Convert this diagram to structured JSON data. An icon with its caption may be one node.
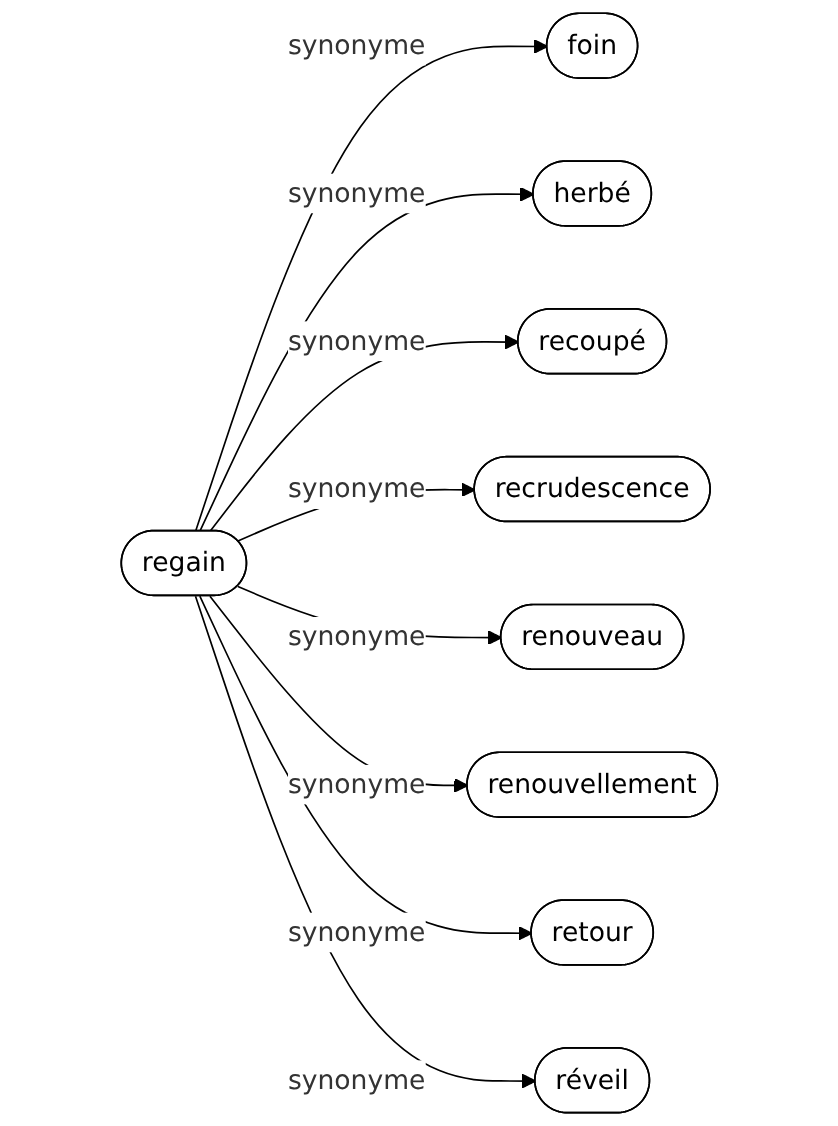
{
  "diagram": {
    "nodes": [
      {
        "text": [
          "regain"
        ]
      },
      {
        "text": [
          "foin"
        ]
      },
      {
        "text": [
          "herbé"
        ]
      },
      {
        "text": [
          "recoupé"
        ]
      },
      {
        "text": [
          "recrudescence"
        ]
      },
      {
        "text": [
          "renouveau"
        ]
      },
      {
        "text": [
          "renouvellement"
        ]
      },
      {
        "text": [
          "retour"
        ]
      },
      {
        "text": [
          "réveil"
        ]
      }
    ],
    "edges": [
      {
        "from": 0,
        "to": 1,
        "arrow": "to",
        "label": "synonyme"
      },
      {
        "from": 0,
        "to": 2,
        "arrow": "to",
        "label": "synonyme"
      },
      {
        "from": 0,
        "to": 3,
        "arrow": "to",
        "label": "synonyme"
      },
      {
        "from": 0,
        "to": 4,
        "arrow": "to",
        "label": "synonyme"
      },
      {
        "from": 0,
        "to": 5,
        "arrow": "to",
        "label": "synonyme"
      },
      {
        "from": 0,
        "to": 6,
        "arrow": "to",
        "label": "synonyme"
      },
      {
        "from": 0,
        "to": 7,
        "arrow": "to",
        "label": "synonyme"
      },
      {
        "from": 0,
        "to": 8,
        "arrow": "to",
        "label": "synonyme"
      }
    ]
  }
}
